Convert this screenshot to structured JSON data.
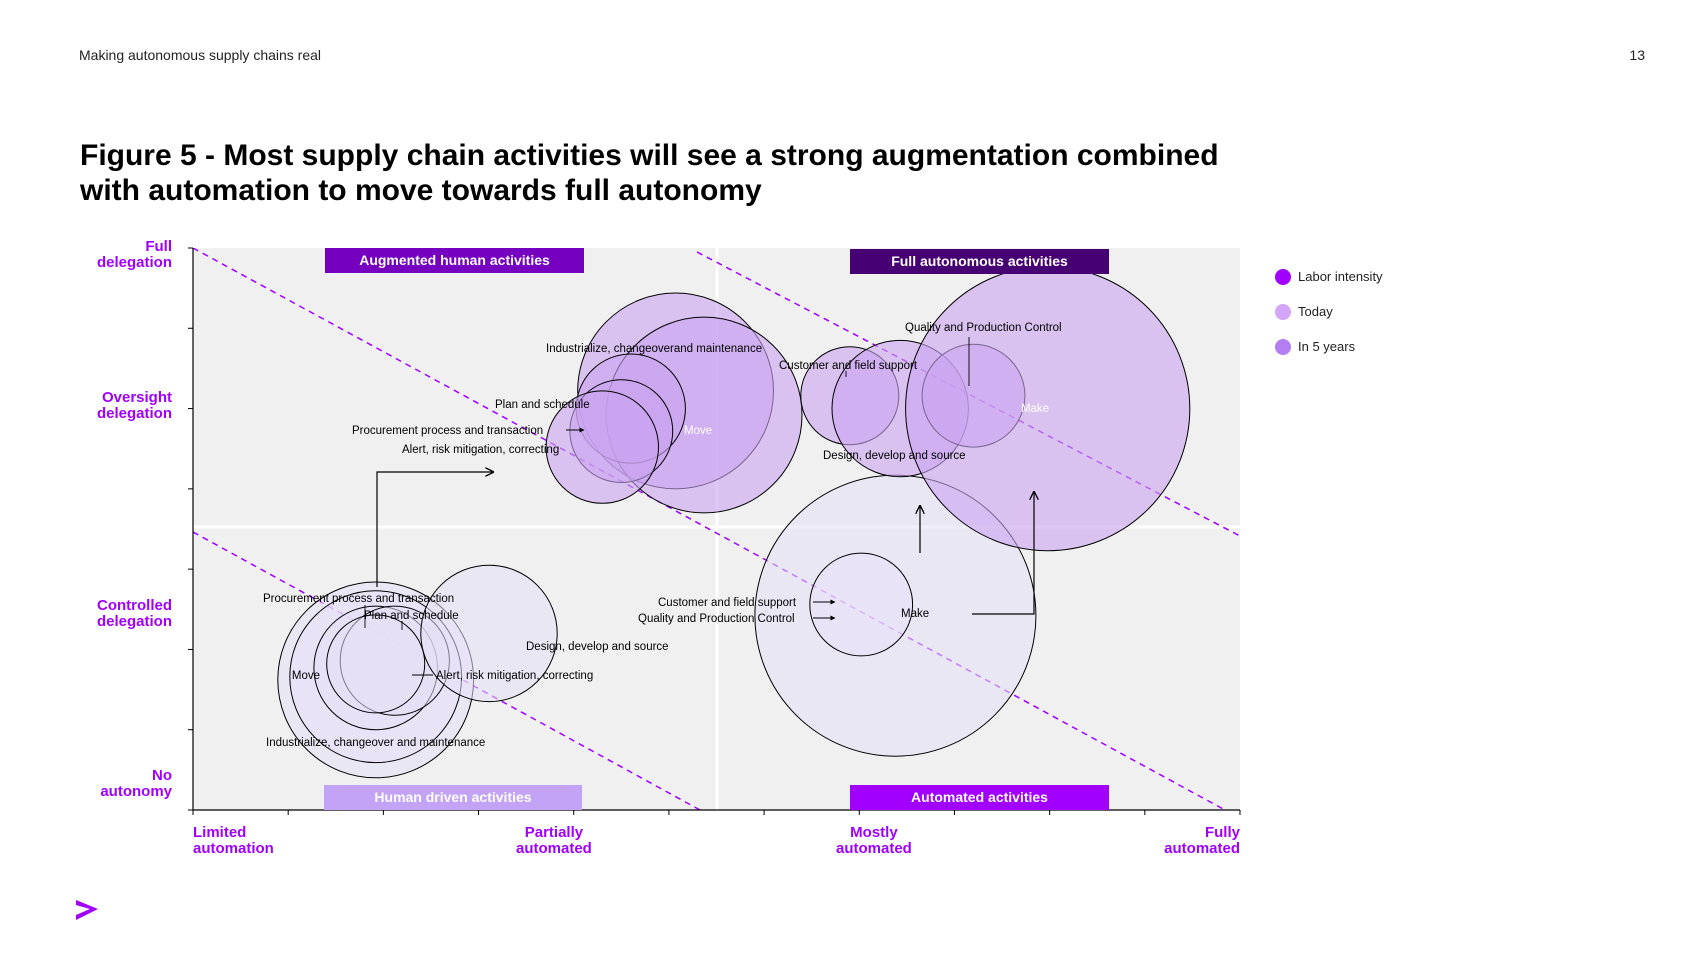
{
  "header": {
    "running_title": "Making autonomous supply chains real",
    "page_number": "13"
  },
  "figure_title": "Figure 5 - Most supply chain activities will see a strong augmentation combined with automation to move towards full autonomy",
  "colors": {
    "accent": "#a100ff",
    "plot_bg": "#f0f0f0",
    "labor_intensity": "#a100ff",
    "today": "#d4a6f7",
    "in_5_years": "#b27ef0",
    "bubble_today_fill": "#e6e0f7",
    "bubble_5y_fill": "#c9a4f0",
    "q_augmented": "#7500c0",
    "q_full_autonomous": "#460073",
    "q_human_driven": "#c2a3f5",
    "q_automated": "#a100ff"
  },
  "quadrants": {
    "augmented": "Augmented human activities",
    "full_autonomous": "Full autonomous activities",
    "human_driven": "Human driven activities",
    "automated": "Automated activities"
  },
  "legend": [
    {
      "label": "Labor intensity",
      "color": "#a100ff"
    },
    {
      "label": "Today",
      "color": "#d4a6f7"
    },
    {
      "label": "In 5 years",
      "color": "#b27ef0"
    }
  ],
  "logo_icon": "greater-than-icon",
  "chart_data": {
    "type": "scatter",
    "title": "Figure 5 - Most supply chain activities will see a strong augmentation combined with automation to move towards full autonomy",
    "x_axis": {
      "range": [
        0,
        11
      ],
      "ticks": [
        {
          "value": 0,
          "label": "Limited\nautomation"
        },
        {
          "value": 3.8,
          "label": "Partially\nautomated"
        },
        {
          "value": 7.2,
          "label": "Mostly\nautomated"
        },
        {
          "value": 11,
          "label": "Fully\nautomated"
        }
      ]
    },
    "y_axis": {
      "range": [
        0,
        7
      ],
      "ticks": [
        {
          "value": 0,
          "label": "No\nautonomy"
        },
        {
          "value": 2.4,
          "label": "Controlled\ndelegation"
        },
        {
          "value": 5,
          "label": "Oversight\ndelegation"
        },
        {
          "value": 7,
          "label": "Full\ndelegation"
        }
      ]
    },
    "size_measure": "Labor intensity",
    "series": [
      {
        "name": "Today",
        "points": [
          {
            "label": "Move",
            "x": 1.92,
            "y": 1.62,
            "r": 1.22
          },
          {
            "label": "Industrialize, changeover and maintenance",
            "x": 1.92,
            "y": 1.66,
            "r": 1.07
          },
          {
            "label": "Procurement process and transaction",
            "x": 1.92,
            "y": 1.77,
            "r": 0.77
          },
          {
            "label": "Plan and schedule",
            "x": 2.12,
            "y": 1.86,
            "r": 0.68
          },
          {
            "label": "Alert, risk mitigation, correcting",
            "x": 1.92,
            "y": 1.82,
            "r": 0.61
          },
          {
            "label": "Design, develop and source",
            "x": 3.11,
            "y": 2.2,
            "r": 0.85
          },
          {
            "label": "Make",
            "x": 7.38,
            "y": 2.42,
            "r": 1.75
          },
          {
            "label": "Customer and field support",
            "x": 7.02,
            "y": 2.56,
            "r": 0.64
          }
        ]
      },
      {
        "name": "In 5 years",
        "points": [
          {
            "label": "Industrialize, changeoverand maintenance",
            "x": 5.07,
            "y": 5.22,
            "r": 1.22
          },
          {
            "label": "Move",
            "x": 5.37,
            "y": 4.92,
            "r": 1.22
          },
          {
            "label": "Plan and schedule",
            "x": 4.6,
            "y": 5.0,
            "r": 0.68
          },
          {
            "label": "Procurement process and transaction",
            "x": 4.5,
            "y": 4.72,
            "r": 0.64
          },
          {
            "label": "Alert, risk mitigation, correcting",
            "x": 4.3,
            "y": 4.52,
            "r": 0.7
          },
          {
            "label": "Customer and field support",
            "x": 6.9,
            "y": 5.16,
            "r": 0.61
          },
          {
            "label": "Design, develop and source",
            "x": 7.43,
            "y": 5.0,
            "r": 0.85
          },
          {
            "label": "Quality and Production Control",
            "x": 8.2,
            "y": 5.16,
            "r": 0.64
          },
          {
            "label": "Make",
            "x": 8.98,
            "y": 5.0,
            "r": 1.77
          }
        ]
      }
    ],
    "legend": [
      "Labor intensity",
      "Today",
      "In 5 years"
    ],
    "legend_position": "right",
    "grid": false,
    "annotations": [
      "Augmented human activities",
      "Full autonomous activities",
      "Human driven activities",
      "Automated activities"
    ]
  },
  "annotations": {
    "today": {
      "procurement": "Procurement process and transaction",
      "plan": "Plan and schedule",
      "move": "Move",
      "alert": "Alert, risk mitigation, correcting",
      "industrialize": "Industrialize, changeover and maintenance",
      "design": "Design, develop and source",
      "customer": "Customer and field support",
      "quality": "Quality and Production Control",
      "make": "Make"
    },
    "five_years": {
      "industrialize": "Industrialize, changeoverand maintenance",
      "plan": "Plan and schedule",
      "procurement": "Procurement process and transaction",
      "alert": "Alert, risk mitigation, correcting",
      "move": "Move",
      "customer": "Customer and field support",
      "quality": "Quality and Production Control",
      "design": "Design, develop and source",
      "make": "Make"
    }
  }
}
